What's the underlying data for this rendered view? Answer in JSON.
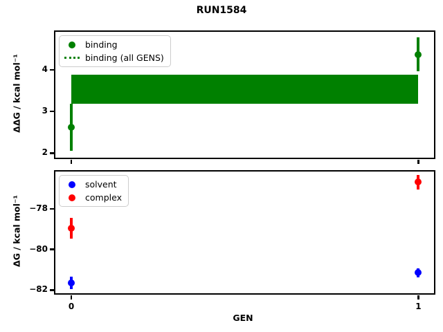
{
  "figure_title": "RUN1584",
  "chart_data": [
    {
      "type": "scatter",
      "title": "RUN1584",
      "ylabel": "ΔΔG / kcal mol⁻¹",
      "xlabel": "",
      "xlim": [
        -0.046,
        1.045
      ],
      "ylim": [
        1.889,
        4.915
      ],
      "yticks": [
        2,
        3,
        4
      ],
      "xticks": [
        0,
        1
      ],
      "grid": false,
      "legend_position": "upper-left",
      "series": [
        {
          "name": "binding",
          "color": "#008000",
          "marker": "circle",
          "x": [
            0,
            1
          ],
          "y": [
            2.62,
            4.37
          ],
          "yerr": [
            0.57,
            0.41
          ]
        }
      ],
      "band": {
        "name": "binding (all GENS)",
        "color": "#008000",
        "style": "dotted-center-line-with-filled-band",
        "x_from": 0,
        "x_to": 1,
        "y_low": 3.18,
        "y_high": 3.88,
        "y_center": 3.53
      }
    },
    {
      "type": "scatter",
      "title": "",
      "ylabel": "ΔG / kcal mol⁻¹",
      "xlabel": "GEN",
      "xlim": [
        -0.046,
        1.045
      ],
      "ylim": [
        -82.16,
        -76.16
      ],
      "yticks": [
        -78,
        -80,
        -82
      ],
      "xticks": [
        0,
        1
      ],
      "grid": false,
      "legend_position": "upper-left",
      "series": [
        {
          "name": "solvent",
          "color": "#0000ff",
          "marker": "circle",
          "x": [
            0,
            1
          ],
          "y": [
            -81.65,
            -81.15
          ],
          "yerr": [
            0.3,
            0.23
          ]
        },
        {
          "name": "complex",
          "color": "#ff0000",
          "marker": "circle",
          "x": [
            0,
            1
          ],
          "y": [
            -78.95,
            -76.68
          ],
          "yerr": [
            0.52,
            0.35
          ]
        }
      ]
    }
  ]
}
